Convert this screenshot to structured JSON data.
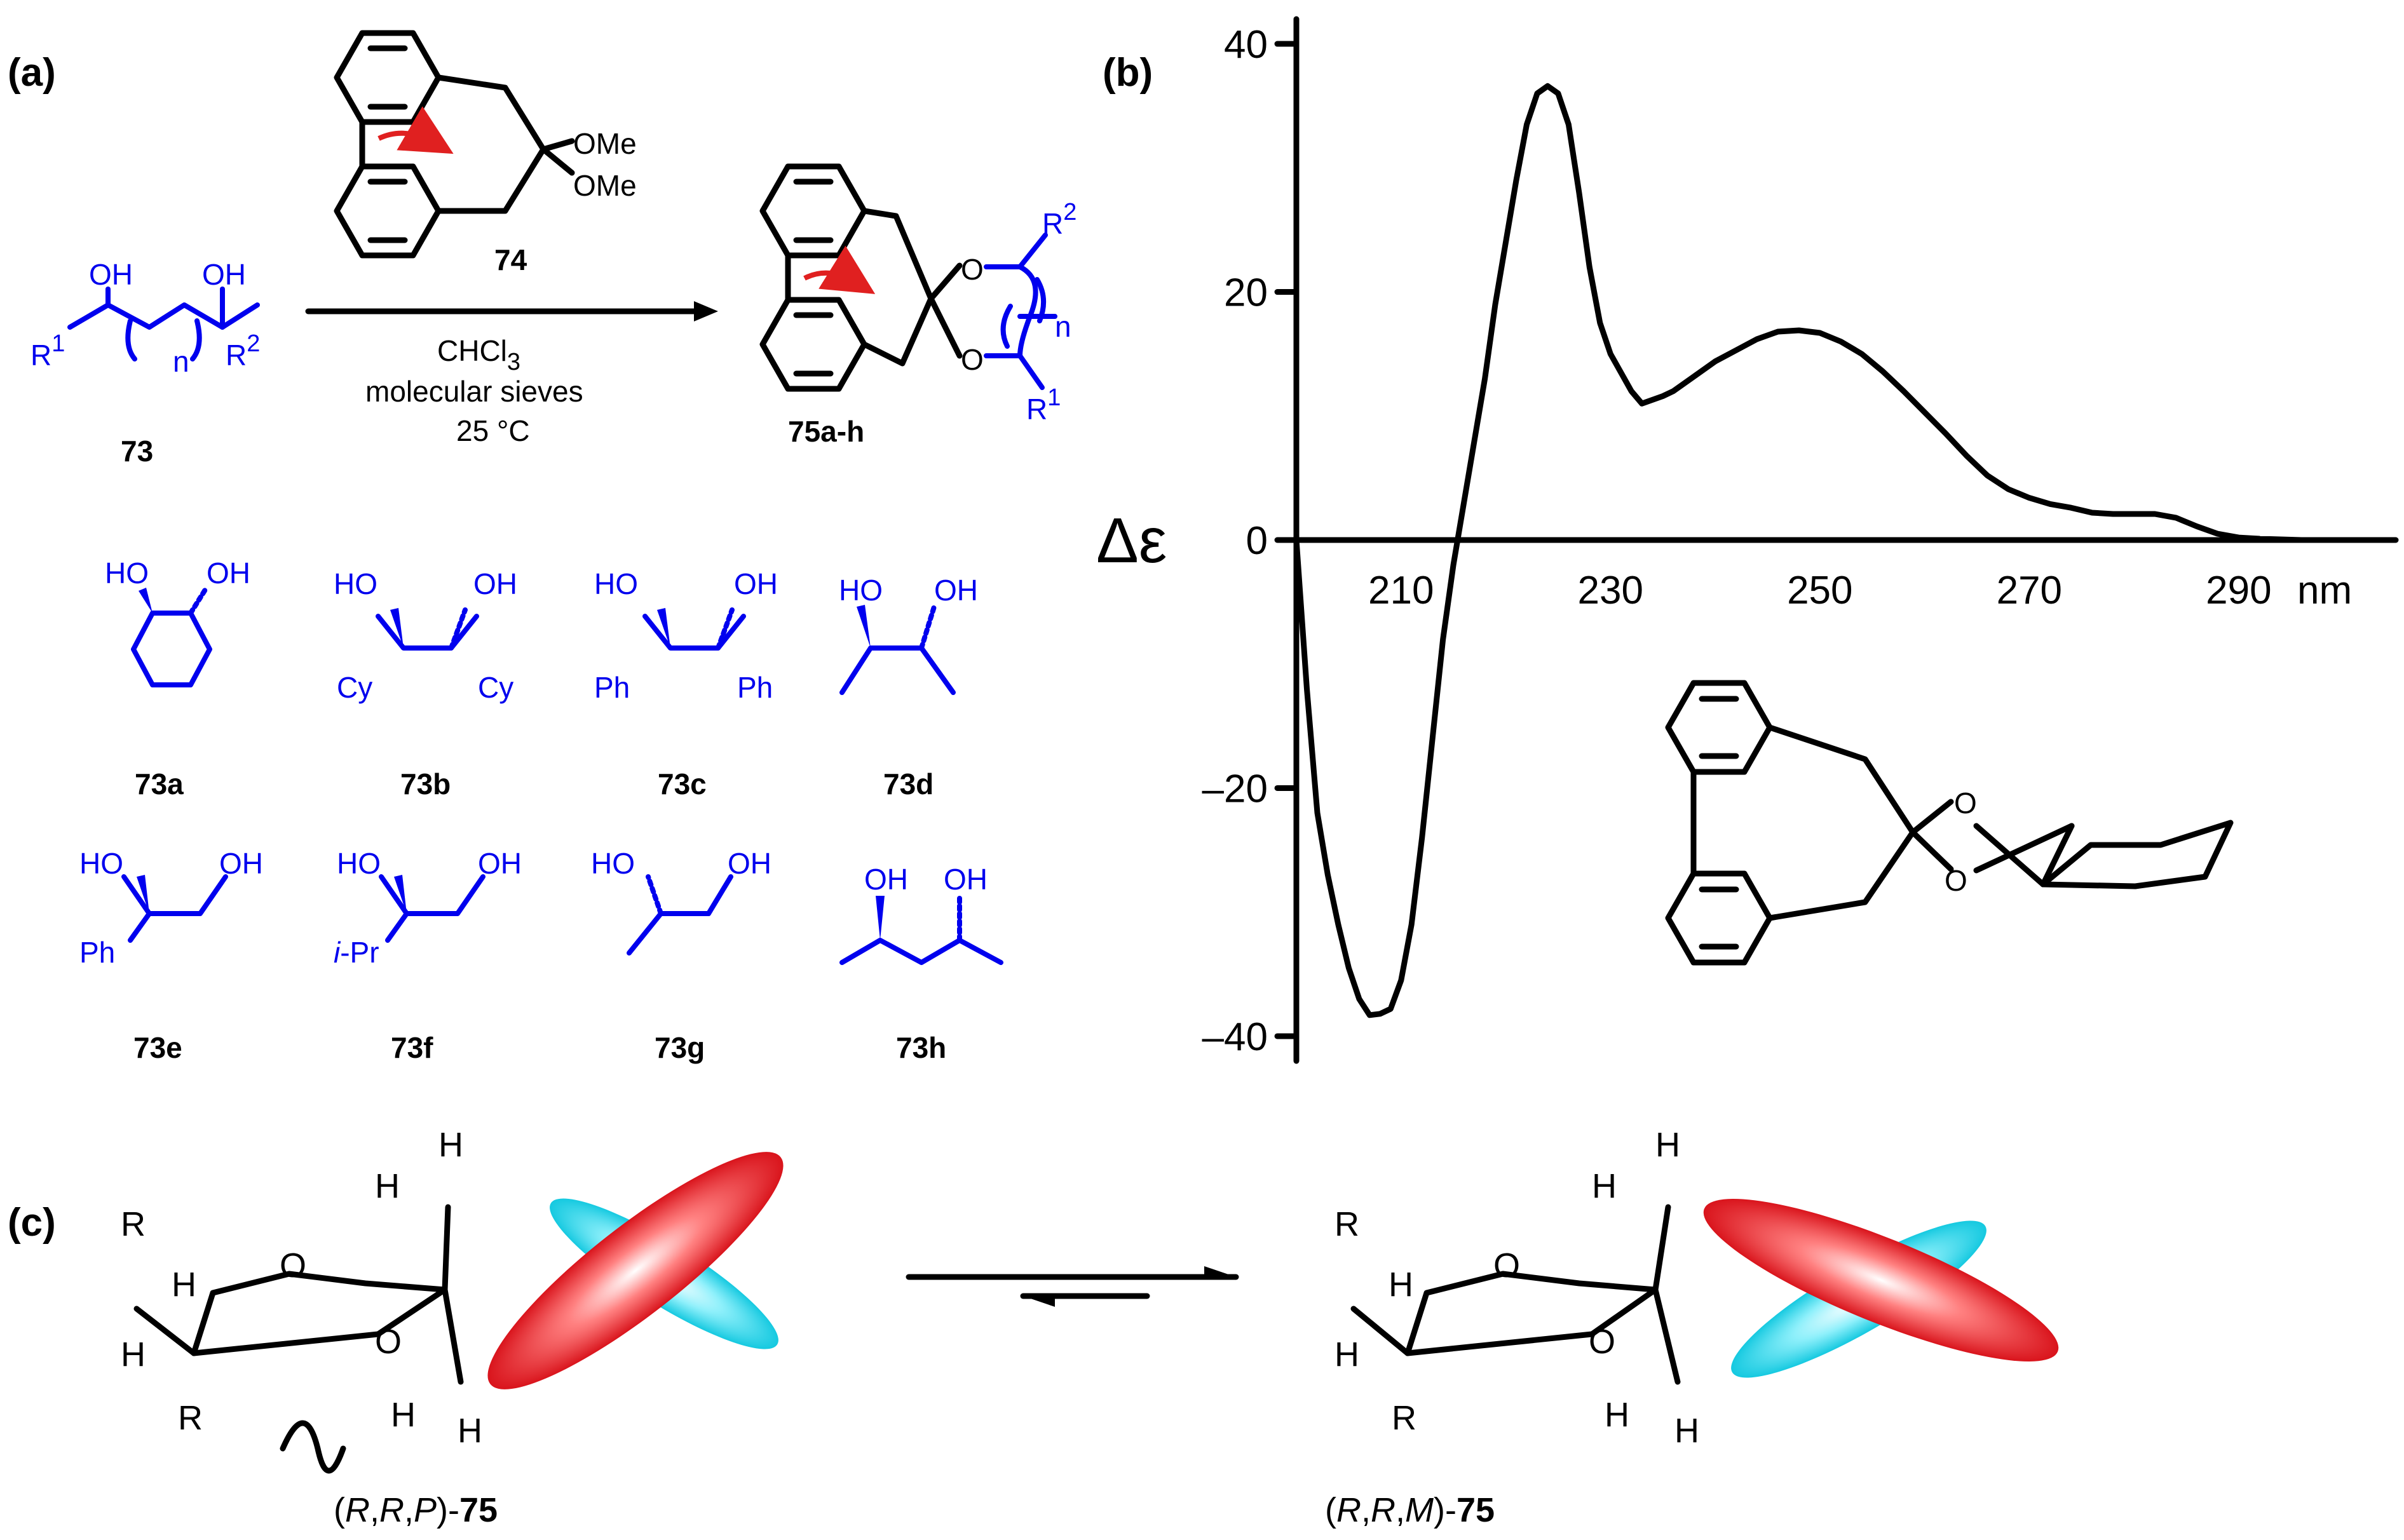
{
  "panels": {
    "a": "(a)",
    "b": "(b)",
    "c": "(c)"
  },
  "scheme": {
    "reagent_compound": "74",
    "reagent_groups": [
      "OMe",
      "OMe"
    ],
    "conditions": [
      "CHCl",
      "3",
      "molecular sieves",
      "25 °C"
    ],
    "start_compound": "73",
    "start_labels": {
      "oh1": "OH",
      "oh2": "OH",
      "r1": "R",
      "r1_sup": "1",
      "r2": "R",
      "r2_sup": "2",
      "n": "n"
    },
    "product_compound": "75a-h",
    "product_labels": {
      "o1": "O",
      "o2": "O",
      "r1": "R",
      "r1_sup": "1",
      "r2": "R",
      "r2_sup": "2",
      "n": "n"
    }
  },
  "diols": [
    {
      "id": "73a",
      "labels": [
        "HO",
        "OH"
      ]
    },
    {
      "id": "73b",
      "labels": [
        "HO",
        "OH",
        "Cy",
        "Cy"
      ]
    },
    {
      "id": "73c",
      "labels": [
        "HO",
        "OH",
        "Ph",
        "Ph"
      ]
    },
    {
      "id": "73d",
      "labels": [
        "HO",
        "OH"
      ]
    },
    {
      "id": "73e",
      "labels": [
        "HO",
        "OH",
        "Ph"
      ]
    },
    {
      "id": "73f",
      "labels": [
        "HO",
        "OH",
        "i",
        "-Pr"
      ]
    },
    {
      "id": "73g",
      "labels": [
        "HO",
        "OH"
      ]
    },
    {
      "id": "73h",
      "labels": [
        "OH",
        "OH"
      ]
    }
  ],
  "chart_data": {
    "type": "line",
    "title": "",
    "ylabel": "Δε",
    "xlabel": "nm",
    "x_ticks": [
      210,
      230,
      250,
      270,
      290
    ],
    "y_ticks": [
      40,
      20,
      0,
      -20,
      -40
    ],
    "y_tick_labels": [
      "40",
      "20",
      "0",
      "–20",
      "–40"
    ],
    "xlim": [
      200,
      305
    ],
    "ylim": [
      -42,
      42
    ],
    "series": [
      {
        "x": [
          200,
          201,
          202,
          203,
          204,
          205,
          206,
          207,
          208,
          209,
          210,
          211,
          212,
          213,
          214,
          215,
          216,
          217,
          218,
          219,
          220,
          221,
          222,
          223,
          224,
          225,
          226,
          227,
          228,
          229,
          230,
          231,
          232,
          233,
          234,
          235,
          236,
          238,
          240,
          242,
          244,
          246,
          248,
          250,
          252,
          254,
          256,
          258,
          260,
          262,
          264,
          266,
          268,
          270,
          272,
          274,
          276,
          278,
          280,
          282,
          284,
          286,
          288,
          290,
          292,
          296,
          300
        ],
        "y": [
          0,
          -12,
          -22,
          -27,
          -31,
          -34.5,
          -37,
          -38.3,
          -38.2,
          -37.8,
          -35.5,
          -31,
          -24,
          -16,
          -8,
          -2,
          3,
          8,
          13,
          19,
          24,
          29,
          33.5,
          36,
          36.6,
          36,
          33.5,
          28,
          22,
          17.5,
          15,
          13.5,
          12,
          11,
          11.3,
          11.6,
          12,
          13.2,
          14.4,
          15.3,
          16.2,
          16.8,
          16.9,
          16.7,
          16,
          15,
          13.6,
          12,
          10.3,
          8.6,
          6.8,
          5.2,
          4.1,
          3.4,
          2.9,
          2.6,
          2.2,
          2.1,
          2.1,
          2.1,
          1.8,
          1.1,
          0.5,
          0.2,
          0.1,
          0,
          0
        ]
      }
    ]
  },
  "conformers": {
    "left": {
      "name_parts": [
        "(",
        "R",
        ",",
        "R",
        ",",
        "P",
        ")-",
        "75"
      ],
      "labels": [
        "R",
        "R",
        "H",
        "H",
        "O",
        "O",
        "H",
        "H",
        "H",
        "H"
      ]
    },
    "right": {
      "name_parts": [
        "(",
        "R",
        ",",
        "R",
        ",",
        "M",
        ")-",
        "75"
      ],
      "labels": [
        "R",
        "R",
        "H",
        "H",
        "O",
        "O",
        "H",
        "H",
        "H",
        "H"
      ]
    }
  },
  "colors": {
    "reactant_blue": "#0000ee",
    "arrow_red": "#e02020",
    "ellipse_red": "#e81c24",
    "ellipse_cyan": "#19d4e8"
  }
}
